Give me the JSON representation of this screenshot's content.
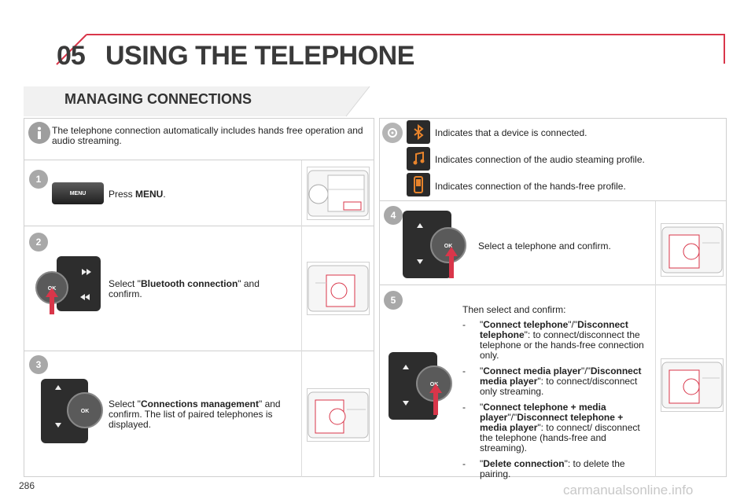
{
  "header": {
    "chapter_number": "05",
    "chapter_title": "USING THE TELEPHONE"
  },
  "section": {
    "title": "MANAGING CONNECTIONS"
  },
  "info": {
    "text": "The telephone connection automatically includes hands free operation and audio streaming."
  },
  "legend": {
    "bluetooth": "Indicates that a device is connected.",
    "audio": "Indicates connection of the audio steaming profile.",
    "handsfree": "Indicates connection of the hands-free profile."
  },
  "steps": {
    "s1": {
      "num": "1",
      "pre": "Press ",
      "bold": "MENU",
      "post": ".",
      "button_label": "MENU"
    },
    "s2": {
      "num": "2",
      "pre": "Select \"",
      "bold": "Bluetooth connection",
      "post": "\" and confirm."
    },
    "s3": {
      "num": "3",
      "pre": "Select \"",
      "bold": "Connections management",
      "post": "\" and confirm. The list of paired telephones is displayed."
    },
    "s4": {
      "num": "4",
      "text": "Select a telephone and confirm."
    },
    "s5": {
      "num": "5",
      "intro": "Then select and confirm:",
      "options": [
        {
          "dash": "-",
          "q1": "\"",
          "b1": "Connect telephone",
          "mid": "\"/\"",
          "b2": "Disconnect telephone",
          "rest": "\": to connect/disconnect the telephone or the hands-free connection only."
        },
        {
          "dash": "-",
          "q1": "\"",
          "b1": "Connect media player",
          "mid": "\"/\"",
          "b2": "Disconnect media player",
          "rest": "\": to connect/disconnect only streaming."
        },
        {
          "dash": "-",
          "q1": "\"",
          "b1": "Connect telephone + media player",
          "mid": "\"/\"",
          "b2": "Disconnect telephone + media player",
          "rest": "\": to connect/ disconnect the telephone (hands-free and streaming)."
        },
        {
          "dash": "-",
          "q1": "\"",
          "b1": "Delete connection",
          "mid": "",
          "b2": "",
          "rest": "\": to delete the pairing."
        }
      ]
    }
  },
  "knob": {
    "ok_label": "OK"
  },
  "footer": {
    "page_number": "286",
    "watermark": "carmanualsonline.info"
  },
  "colors": {
    "accent": "#d9364a",
    "badge": "#a8a8a8",
    "arrow": "#d9364a"
  }
}
